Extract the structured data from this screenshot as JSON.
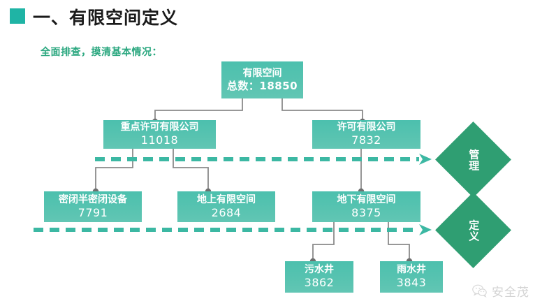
{
  "header": {
    "marker_color": "#1fb4a5",
    "title": "一、有限空间定义",
    "subtitle": "全面排查，摸清基本情况："
  },
  "theme": {
    "box_color": "#4cc0ae",
    "diamond_color": "#2f9e72",
    "dashed_color": "#3cb8a3",
    "connector_color": "#8a8a8a",
    "title_color": "#1a1a1a",
    "subtitle_color": "#2aa77f"
  },
  "chart_data": {
    "type": "diagram",
    "title": "一、有限空间定义",
    "subtitle": "全面排查，摸清基本情况：",
    "nodes": [
      {
        "id": "total",
        "label": "有限空间",
        "value": "总数：18850",
        "count": 18850,
        "level": 0
      },
      {
        "id": "key_permit",
        "label": "重点许可有限公司",
        "value": "11018",
        "count": 11018,
        "level": 1
      },
      {
        "id": "permit",
        "label": "许可有限公司",
        "value": "7832",
        "count": 7832,
        "level": 1
      },
      {
        "id": "sealed",
        "label": "密闭半密闭设备",
        "value": "7791",
        "count": 7791,
        "level": 2
      },
      {
        "id": "above",
        "label": "地上有限空间",
        "value": "2684",
        "count": 2684,
        "level": 2
      },
      {
        "id": "below",
        "label": "地下有限空间",
        "value": "8375",
        "count": 8375,
        "level": 2
      },
      {
        "id": "sewage",
        "label": "污水井",
        "value": "3862",
        "count": 3862,
        "level": 3
      },
      {
        "id": "rain",
        "label": "雨水井",
        "value": "3843",
        "count": 3843,
        "level": 3
      }
    ],
    "edges": [
      {
        "from": "total",
        "to": "key_permit"
      },
      {
        "from": "total",
        "to": "permit"
      },
      {
        "from": "key_permit",
        "to": "sealed"
      },
      {
        "from": "key_permit",
        "to": "above"
      },
      {
        "from": "permit",
        "to": "below"
      },
      {
        "from": "below",
        "to": "sewage"
      },
      {
        "from": "below",
        "to": "rain"
      }
    ],
    "bands": [
      {
        "id": "manage",
        "label": "管理"
      },
      {
        "id": "define",
        "label": "定义"
      }
    ]
  },
  "nodes": {
    "total": {
      "line1": "有限空间",
      "line2": "总数：18850"
    },
    "key_permit": {
      "line1": "重点许可有限公司",
      "line2": "11018"
    },
    "permit": {
      "line1": "许可有限公司",
      "line2": "7832"
    },
    "sealed": {
      "line1": "密闭半密闭设备",
      "line2": "7791"
    },
    "above": {
      "line1": "地上有限空间",
      "line2": "2684"
    },
    "below": {
      "line1": "地下有限空间",
      "line2": "8375"
    },
    "sewage": {
      "line1": "污水井",
      "line2": "3862"
    },
    "rain": {
      "line1": "雨水井",
      "line2": "3843"
    }
  },
  "diamonds": {
    "manage": "管理",
    "define": "定义"
  },
  "watermark": {
    "icon": "wechat-icon",
    "text": "安全茂"
  }
}
